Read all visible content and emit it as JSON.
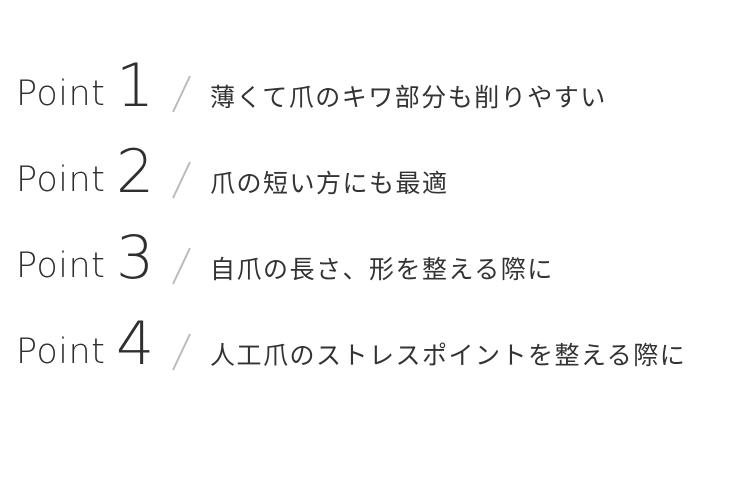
{
  "points": [
    {
      "word": "Point",
      "number": "1",
      "text": "薄くて爪のキワ部分も削りやすい"
    },
    {
      "word": "Point",
      "number": "2",
      "text": "爪の短い方にも最適"
    },
    {
      "word": "Point",
      "number": "3",
      "text": "自爪の長さ、形を整える際に"
    },
    {
      "word": "Point",
      "number": "4",
      "text": "人工爪のストレスポイントを整える際に"
    }
  ],
  "colors": {
    "text": "#333333",
    "slash": "#bbbbbb",
    "background": "#ffffff"
  }
}
